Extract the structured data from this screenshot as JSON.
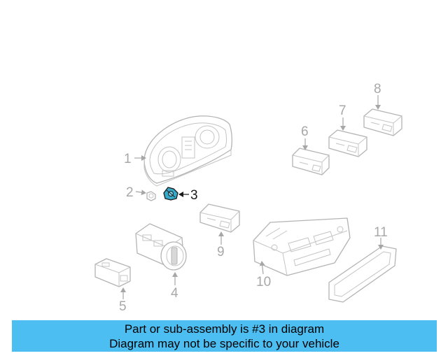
{
  "callouts": {
    "c1": "1",
    "c2": "2",
    "c3": "3",
    "c4": "4",
    "c5": "5",
    "c6": "6",
    "c7": "7",
    "c8": "8",
    "c9": "9",
    "c10": "10",
    "c11": "11"
  },
  "highlighted_part": "3",
  "colors": {
    "banner": "#4dbef2",
    "highlight_part": "#36a9c9",
    "line_art": "#b4b4b4"
  },
  "banner": {
    "line1": "Part or sub-assembly is #3 in diagram",
    "line2": "Diagram may not be specific to your vehicle"
  }
}
